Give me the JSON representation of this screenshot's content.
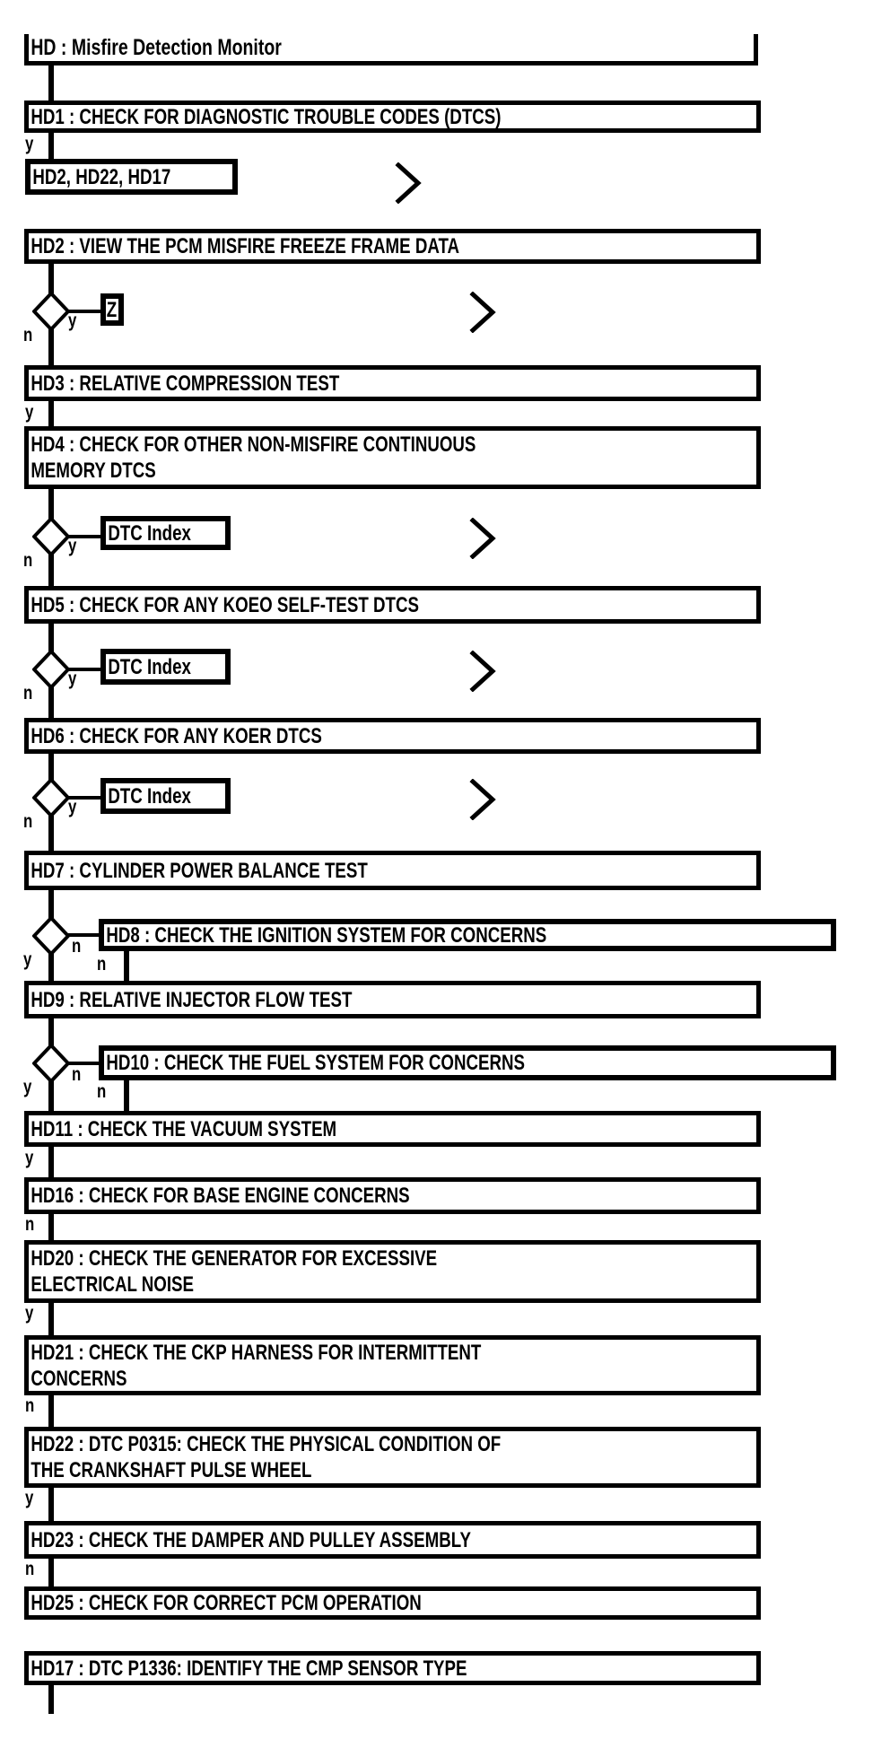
{
  "title": "HD : Misfire Detection Monitor",
  "labels": {
    "yes": "y",
    "no": "n"
  },
  "icons": {
    "flow_continues": "chevron-right"
  },
  "nodes": {
    "hd1": "HD1 : CHECK FOR DIAGNOSTIC TROUBLE CODES (DTCS)",
    "ref_list": "HD2, HD22, HD17",
    "hd2": "HD2 : VIEW THE PCM MISFIRE FREEZE FRAME DATA",
    "z_ref": "Z",
    "hd3": "HD3 : RELATIVE COMPRESSION TEST",
    "hd4": [
      "HD4 : CHECK FOR OTHER NON-MISFIRE CONTINUOUS",
      "MEMORY DTCS"
    ],
    "dtc_index": "DTC Index",
    "hd5": "HD5 : CHECK FOR ANY KOEO SELF-TEST DTCS",
    "hd6": "HD6 : CHECK FOR ANY KOER DTCS",
    "hd7": "HD7 : CYLINDER POWER BALANCE TEST",
    "hd8": "HD8 : CHECK THE IGNITION SYSTEM FOR CONCERNS",
    "hd9": "HD9 : RELATIVE INJECTOR FLOW TEST",
    "hd10": "HD10 : CHECK THE FUEL SYSTEM FOR CONCERNS",
    "hd11": "HD11 : CHECK THE VACUUM SYSTEM",
    "hd16": "HD16 : CHECK FOR BASE ENGINE CONCERNS",
    "hd20": [
      "HD20 : CHECK THE GENERATOR FOR EXCESSIVE",
      "ELECTRICAL NOISE"
    ],
    "hd21": [
      "HD21 : CHECK THE CKP HARNESS FOR INTERMITTENT",
      "CONCERNS"
    ],
    "hd22": [
      "HD22 : DTC P0315: CHECK THE PHYSICAL CONDITION OF",
      "THE CRANKSHAFT PULSE WHEEL"
    ],
    "hd23": "HD23 : CHECK THE DAMPER AND PULLEY ASSEMBLY",
    "hd25": "HD25 : CHECK FOR CORRECT PCM OPERATION",
    "hd17": "HD17 : DTC P1336: IDENTIFY THE CMP SENSOR TYPE"
  }
}
